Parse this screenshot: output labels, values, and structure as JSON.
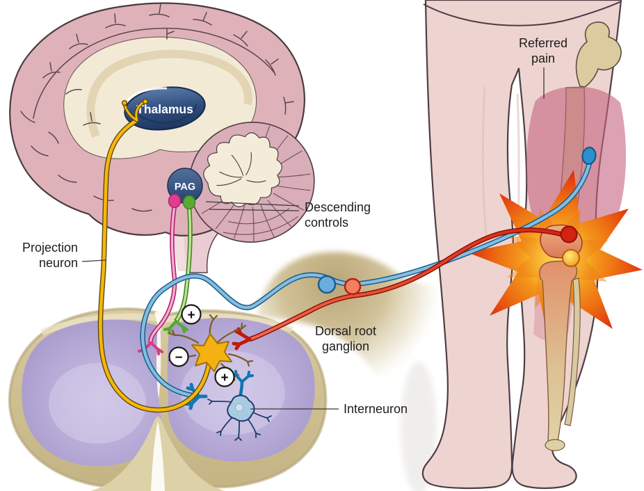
{
  "diagram": {
    "background_color": "#ffffff",
    "brain": {
      "thalamus_label": "Thalamus",
      "pag_label": "PAG"
    },
    "labels": {
      "projection_neuron": {
        "line1": "Projection",
        "line2": "neuron"
      },
      "descending_controls": {
        "line1": "Descending",
        "line2": "controls"
      },
      "dorsal_root_ganglion": {
        "line1": "Dorsal root",
        "line2": "ganglion"
      },
      "interneuron": "Interneuron",
      "referred_pain": {
        "line1": "Referred",
        "line2": "pain"
      }
    },
    "synapse_badges": [
      {
        "id": "descending-facilitation-synapse",
        "symbol": "+"
      },
      {
        "id": "descending-inhibition-synapse",
        "symbol": "−"
      },
      {
        "id": "interneuron-synapse",
        "symbol": "+"
      }
    ],
    "colors": {
      "projection_neuron": "#f5b011",
      "descending_facilitatory_fiber": "#e03d8c",
      "descending_inhibitory_fiber": "#5aa930",
      "touch_fiber": "#7db9dd",
      "nociceptor_fiber": "#d92c14",
      "interneuron": "#a9cbe2",
      "thalamus_pag": "#2f4d7d",
      "cortex": "#dfb2ba",
      "cerebellum": "#d9aeb8",
      "spinal_white_matter": "#cdbc90",
      "spinal_gray_matter": "#b4a7d5",
      "dorsal_root_ganglion": "#c3ae7c",
      "skin": "#eed4d0",
      "bone": "#d9c99d",
      "referred_pain_area": "#c46480",
      "pain_burst_outer": "#d91f0b",
      "pain_burst_inner": "#f9cf4a"
    }
  }
}
